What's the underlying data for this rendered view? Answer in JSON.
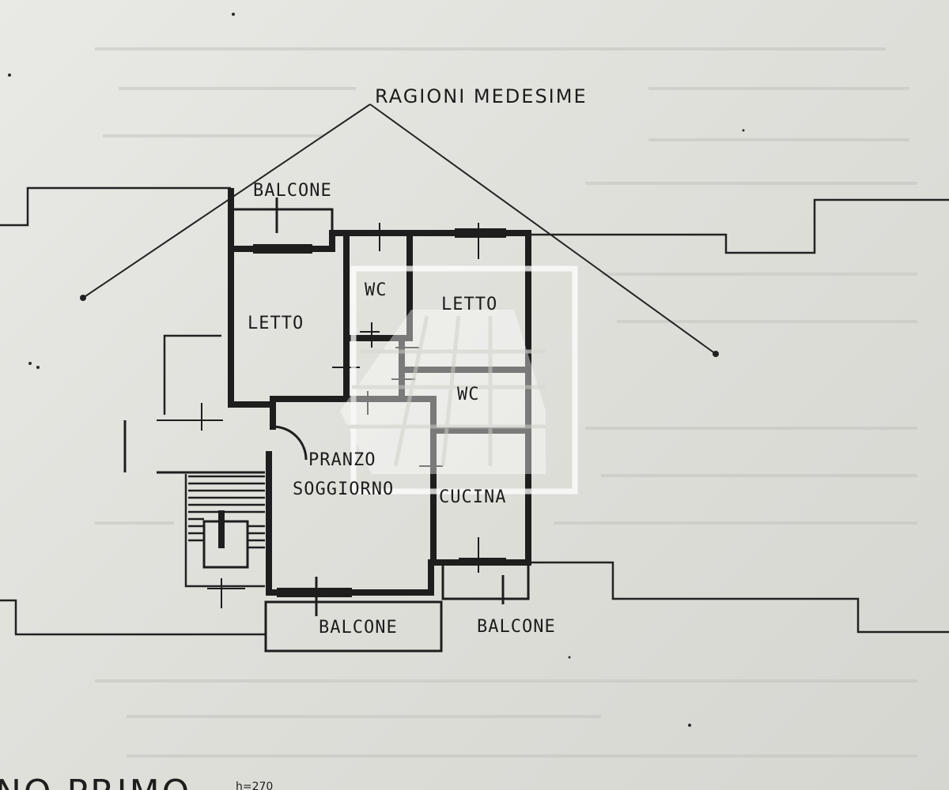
{
  "plan": {
    "roof_label": "RAGIONI MEDESIME",
    "rooms": {
      "balcone_top": "BALCONE",
      "letto_left": "LETTO",
      "wc_top": "WC",
      "letto_right": "LETTO",
      "wc_mid": "WC",
      "pranzo": "PRANZO",
      "soggiorno": "SOGGIORNO",
      "cucina": "CUCINA",
      "balcone_bottom_left": "BALCONE",
      "balcone_bottom_right": "BALCONE"
    },
    "footer": {
      "floor_label": "NO PRIMO",
      "height_note": "h=270"
    }
  },
  "colors": {
    "paper": "#e6e6e2",
    "ink": "#1e1e1e",
    "watermark": "#ffffff"
  }
}
